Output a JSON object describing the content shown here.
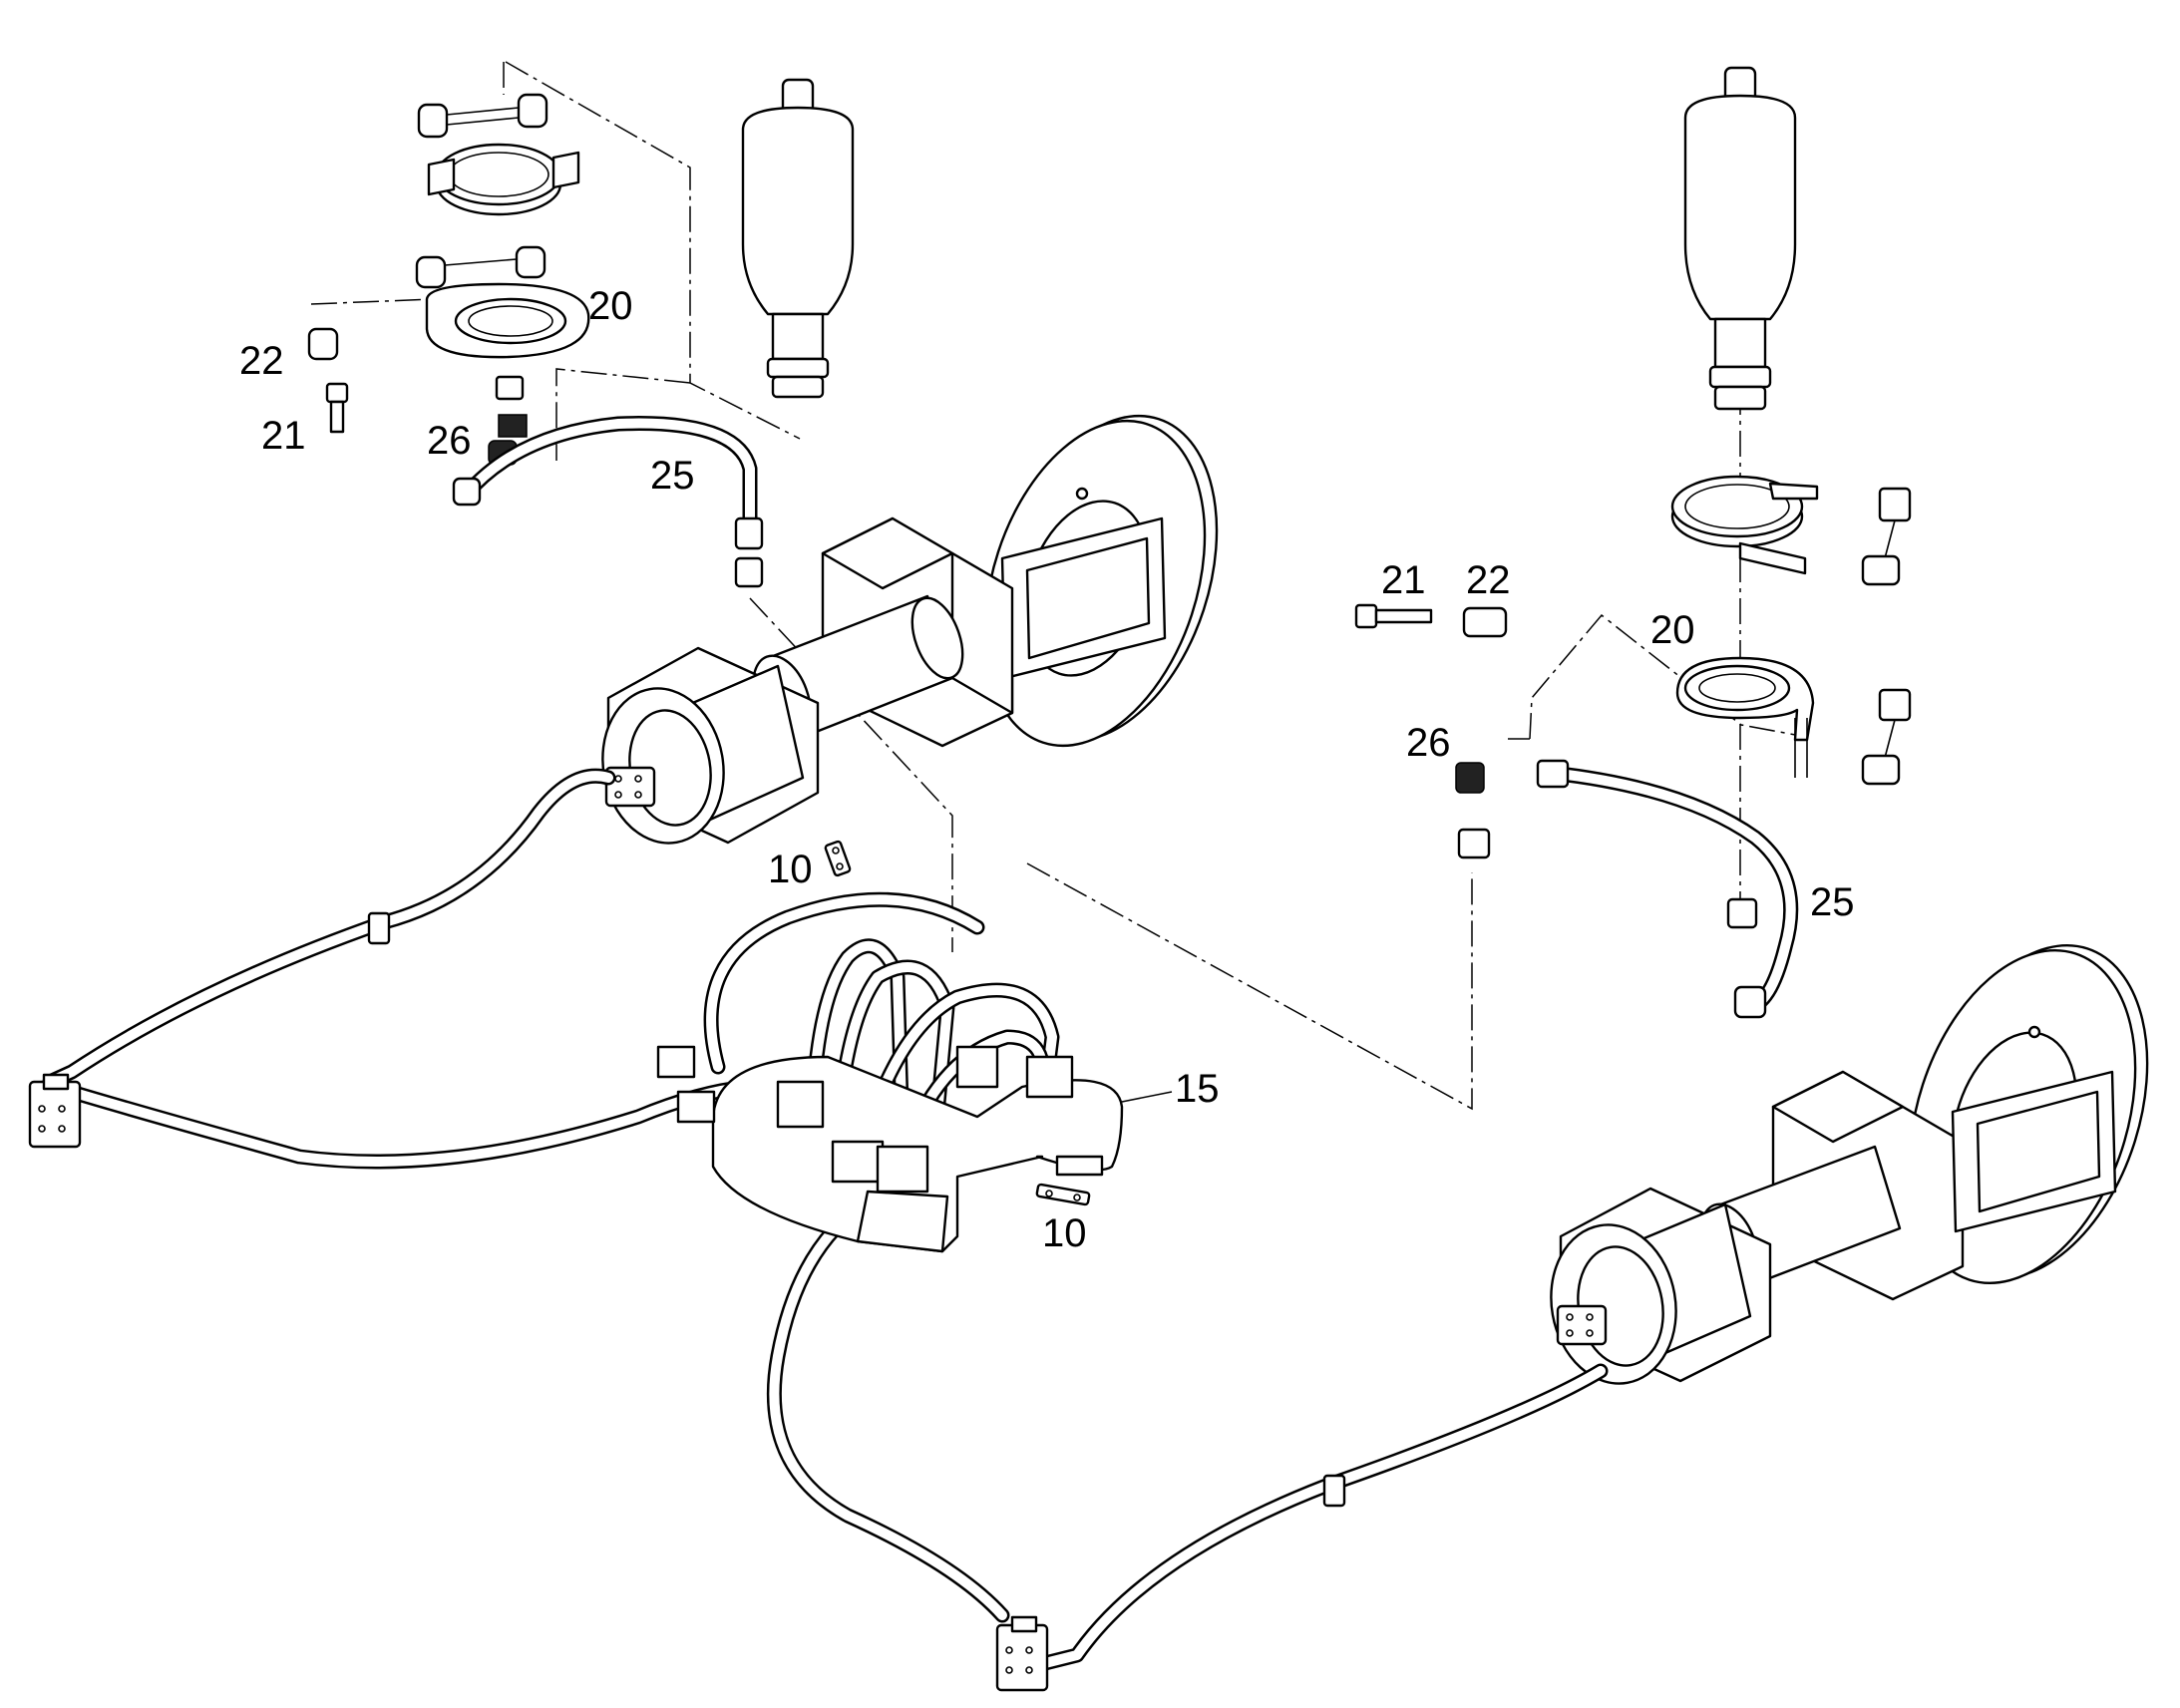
{
  "callouts": {
    "left_20": "20",
    "left_22": "22",
    "left_21": "21",
    "left_26": "26",
    "left_25": "25",
    "right_21": "21",
    "right_22": "22",
    "right_20": "20",
    "right_26": "26",
    "right_25": "25",
    "top_10": "10",
    "bottom_10": "10",
    "valve_15": "15"
  },
  "colors": {
    "line": "#000000",
    "background": "#ffffff"
  }
}
